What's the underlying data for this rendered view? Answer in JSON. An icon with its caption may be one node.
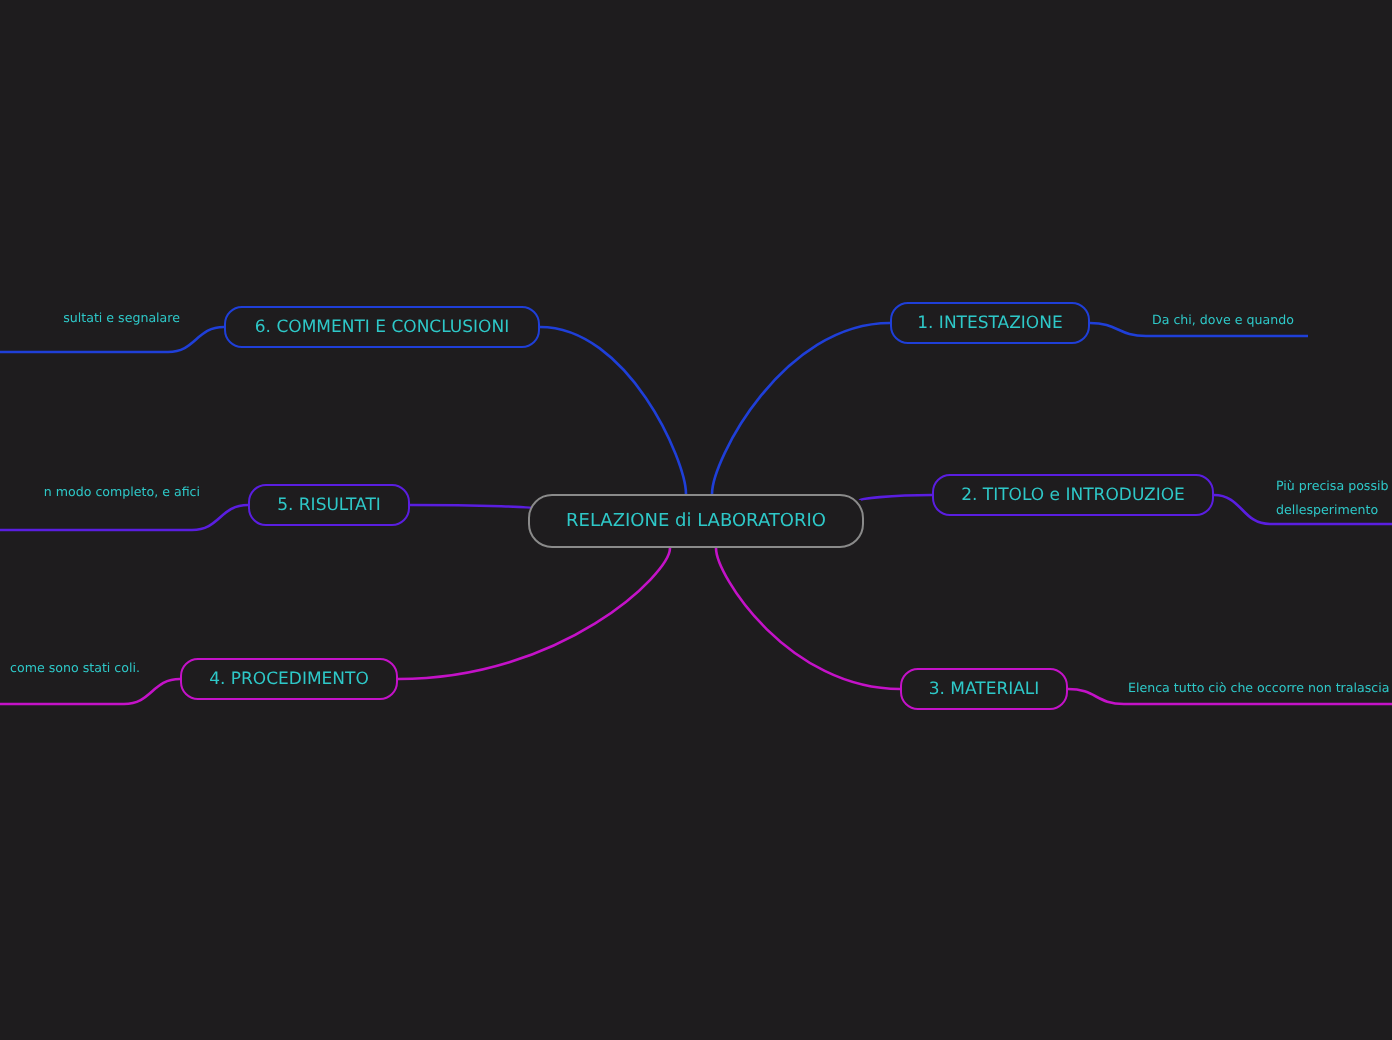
{
  "diagram": {
    "nodes": [
      {
        "text": [
          "RELAZIONE di LABORATORIO"
        ]
      },
      {
        "text": [
          "1. INTESTAZIONE"
        ]
      },
      {
        "text": [
          "2. TITOLO e INTRODUZIOE"
        ]
      },
      {
        "text": [
          "3. MATERIALI"
        ]
      },
      {
        "text": [
          "4. PROCEDIMENTO"
        ]
      },
      {
        "text": [
          "5. RISULTATI"
        ]
      },
      {
        "text": [
          "6. COMMENTI E CONCLUSIONI"
        ]
      },
      {
        "text": [
          "Da chi, dove e quando"
        ]
      },
      {
        "text": [
          "Più precisa possib dellesperimento"
        ]
      },
      {
        "text": [
          "Elenca tutto ciò che occorre non tralascia"
        ]
      },
      {
        "text": [
          "come sono stati coli."
        ]
      },
      {
        "text": [
          "n modo completo, e afici"
        ]
      },
      {
        "text": [
          "sultati e segnalare"
        ]
      }
    ],
    "edges": [
      {
        "from": 0,
        "to": 1,
        "arrow": "none",
        "color": "#1f3fd8"
      },
      {
        "from": 0,
        "to": 2,
        "arrow": "none",
        "color": "#5a1ee0"
      },
      {
        "from": 0,
        "to": 3,
        "arrow": "none",
        "color": "#c412c8"
      },
      {
        "from": 0,
        "to": 4,
        "arrow": "none",
        "color": "#c412c8"
      },
      {
        "from": 0,
        "to": 5,
        "arrow": "none",
        "color": "#5a1ee0"
      },
      {
        "from": 0,
        "to": 6,
        "arrow": "none",
        "color": "#1f3fd8"
      },
      {
        "from": 1,
        "to": 7,
        "arrow": "none",
        "color": "#1f3fd8"
      },
      {
        "from": 2,
        "to": 8,
        "arrow": "none",
        "color": "#5a1ee0"
      },
      {
        "from": 3,
        "to": 9,
        "arrow": "none",
        "color": "#c412c8"
      },
      {
        "from": 4,
        "to": 10,
        "arrow": "none",
        "color": "#c412c8"
      },
      {
        "from": 5,
        "to": 11,
        "arrow": "none",
        "color": "#5a1ee0"
      },
      {
        "from": 6,
        "to": 12,
        "arrow": "none",
        "color": "#1f3fd8"
      }
    ]
  }
}
